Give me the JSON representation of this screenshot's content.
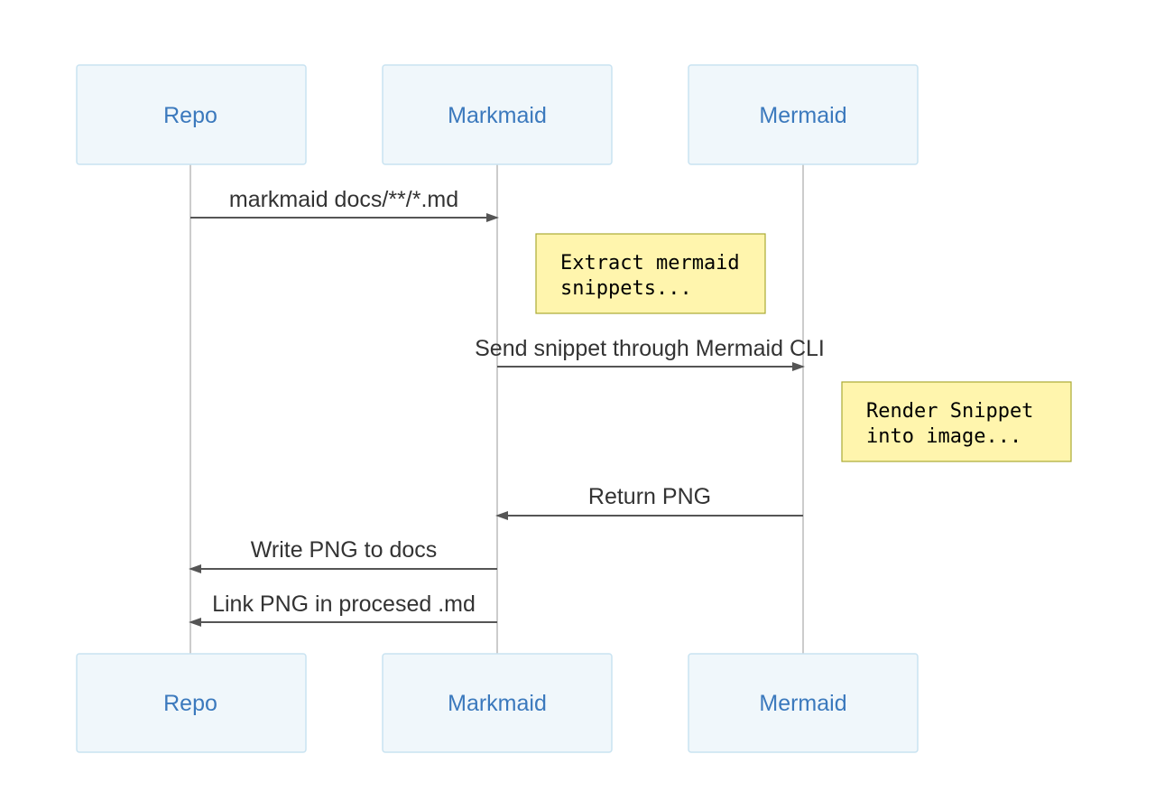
{
  "participants": [
    {
      "id": "repo",
      "label": "Repo"
    },
    {
      "id": "markmaid",
      "label": "Markmaid"
    },
    {
      "id": "mermaid",
      "label": "Mermaid"
    }
  ],
  "messages": [
    {
      "from": "repo",
      "to": "markmaid",
      "text": "markmaid docs/**/*.md"
    },
    {
      "from": "markmaid",
      "to": "mermaid",
      "text": "Send snippet through Mermaid CLI"
    },
    {
      "from": "mermaid",
      "to": "markmaid",
      "text": "Return PNG"
    },
    {
      "from": "markmaid",
      "to": "repo",
      "text": "Write PNG to docs"
    },
    {
      "from": "markmaid",
      "to": "repo",
      "text": "Link PNG in procesed .md"
    }
  ],
  "notes": [
    {
      "over": "markmaid",
      "lines": [
        "Extract mermaid",
        "snippets..."
      ]
    },
    {
      "over": "mermaid",
      "lines": [
        "Render Snippet",
        "into image..."
      ]
    }
  ]
}
